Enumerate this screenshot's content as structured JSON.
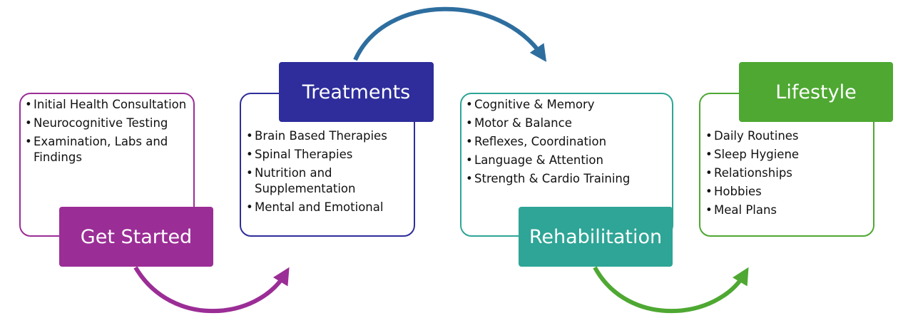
{
  "colors": {
    "get_started": "#9b2d96",
    "treatments": "#2e2d9b",
    "rehabilitation": "#2ea596",
    "lifestyle": "#4ea832",
    "arrow_top": "#2e6e9f",
    "arrow_purple": "#9b2d96",
    "arrow_green": "#4ea832"
  },
  "steps": [
    {
      "title": "Get Started",
      "items": [
        "Initial Health Consultation",
        "Neurocognitive Testing",
        "Examination, Labs and Findings"
      ]
    },
    {
      "title": "Treatments",
      "items": [
        "Brain Based Therapies",
        "Spinal Therapies",
        "Nutrition and Supplementation",
        "Mental and Emotional"
      ]
    },
    {
      "title": "Rehabilitation",
      "items": [
        "Cognitive & Memory",
        "Motor & Balance",
        "Reflexes, Coordination",
        "Language & Attention",
        "Strength & Cardio Training"
      ]
    },
    {
      "title": "Lifestyle",
      "items": [
        "Daily Routines",
        "Sleep Hygiene",
        "Relationships",
        "Hobbies",
        "Meal Plans"
      ]
    }
  ]
}
